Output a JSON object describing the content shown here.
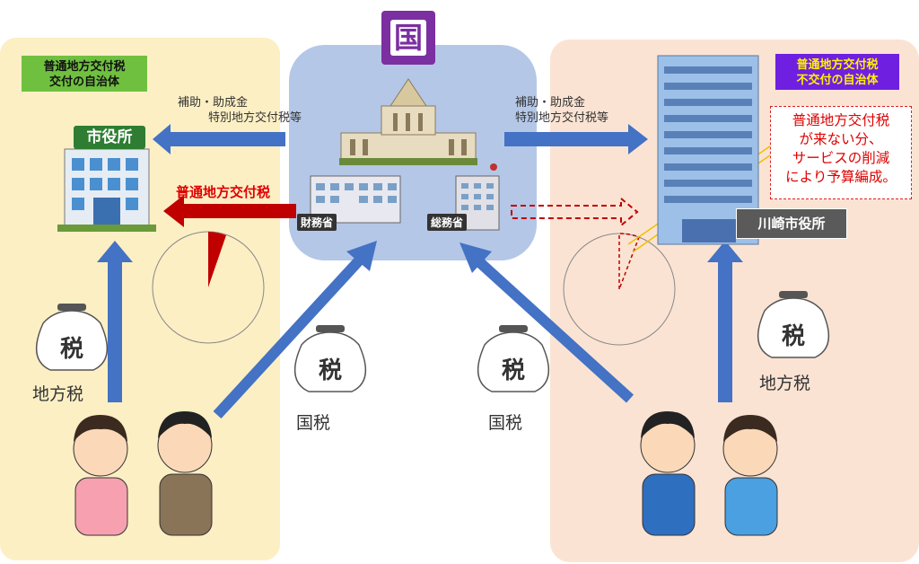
{
  "title_icon": "国",
  "left_label": {
    "line1": "普通地方交付税",
    "line2": "交付の自治体"
  },
  "right_label": {
    "line1": "普通地方交付税",
    "line2": "不交付の自治体"
  },
  "subsidy_left": {
    "line1": "補助・助成金",
    "line2": "特別地方交付税等"
  },
  "subsidy_right": {
    "line1": "補助・助成金",
    "line2": "特別地方交付税等"
  },
  "grant_label": "普通地方交付税",
  "city_hall_sign": "市役所",
  "ministry_finance": "財務省",
  "ministry_internal": "総務省",
  "kawasaki_label": "川崎市役所",
  "note": {
    "line1": "普通地方交付税",
    "line2": "が来ない分、",
    "line3": "サービスの削減",
    "line4": "により予算編成。"
  },
  "tax_bag_glyph": "税",
  "local_tax_left": "地方税",
  "local_tax_right": "地方税",
  "national_tax_left": "国税",
  "national_tax_right": "国税",
  "colors": {
    "arrow_blue": "#4472c4",
    "arrow_red": "#c00000",
    "wedge_red": "#c00000"
  }
}
